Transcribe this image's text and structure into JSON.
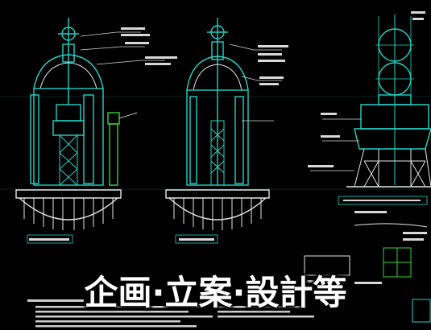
{
  "caption": {
    "text": "企画·立案·設計等"
  },
  "colors": {
    "background": "#000000",
    "primary_line": "#22d3c5",
    "white_line": "#e6e6e6",
    "green_line": "#38d23a",
    "annotation": "#d8d8d8",
    "caption_text": "#ffffff"
  },
  "drawing": {
    "elements": [
      "tank-elevation-left",
      "tank-elevation-center",
      "tower-elevation-right",
      "notes-block",
      "detail-views"
    ]
  }
}
